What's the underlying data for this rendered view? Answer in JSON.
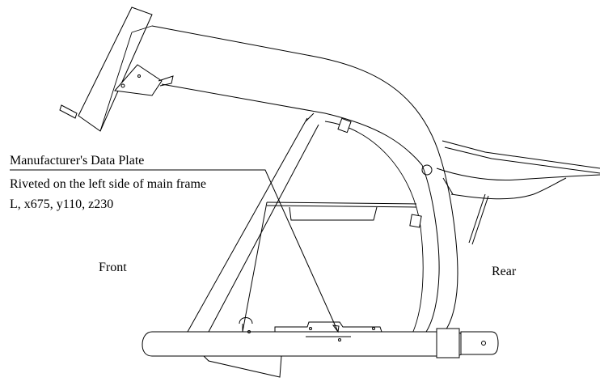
{
  "diagram": {
    "callout": {
      "title": "Manufacturer's Data Plate",
      "line1": "Riveted on the left side of main frame",
      "line2": "L, x675, y110, z230"
    },
    "labels": {
      "front": "Front",
      "rear": "Rear"
    },
    "colors": {
      "line": "#000000",
      "background": "#ffffff"
    }
  }
}
